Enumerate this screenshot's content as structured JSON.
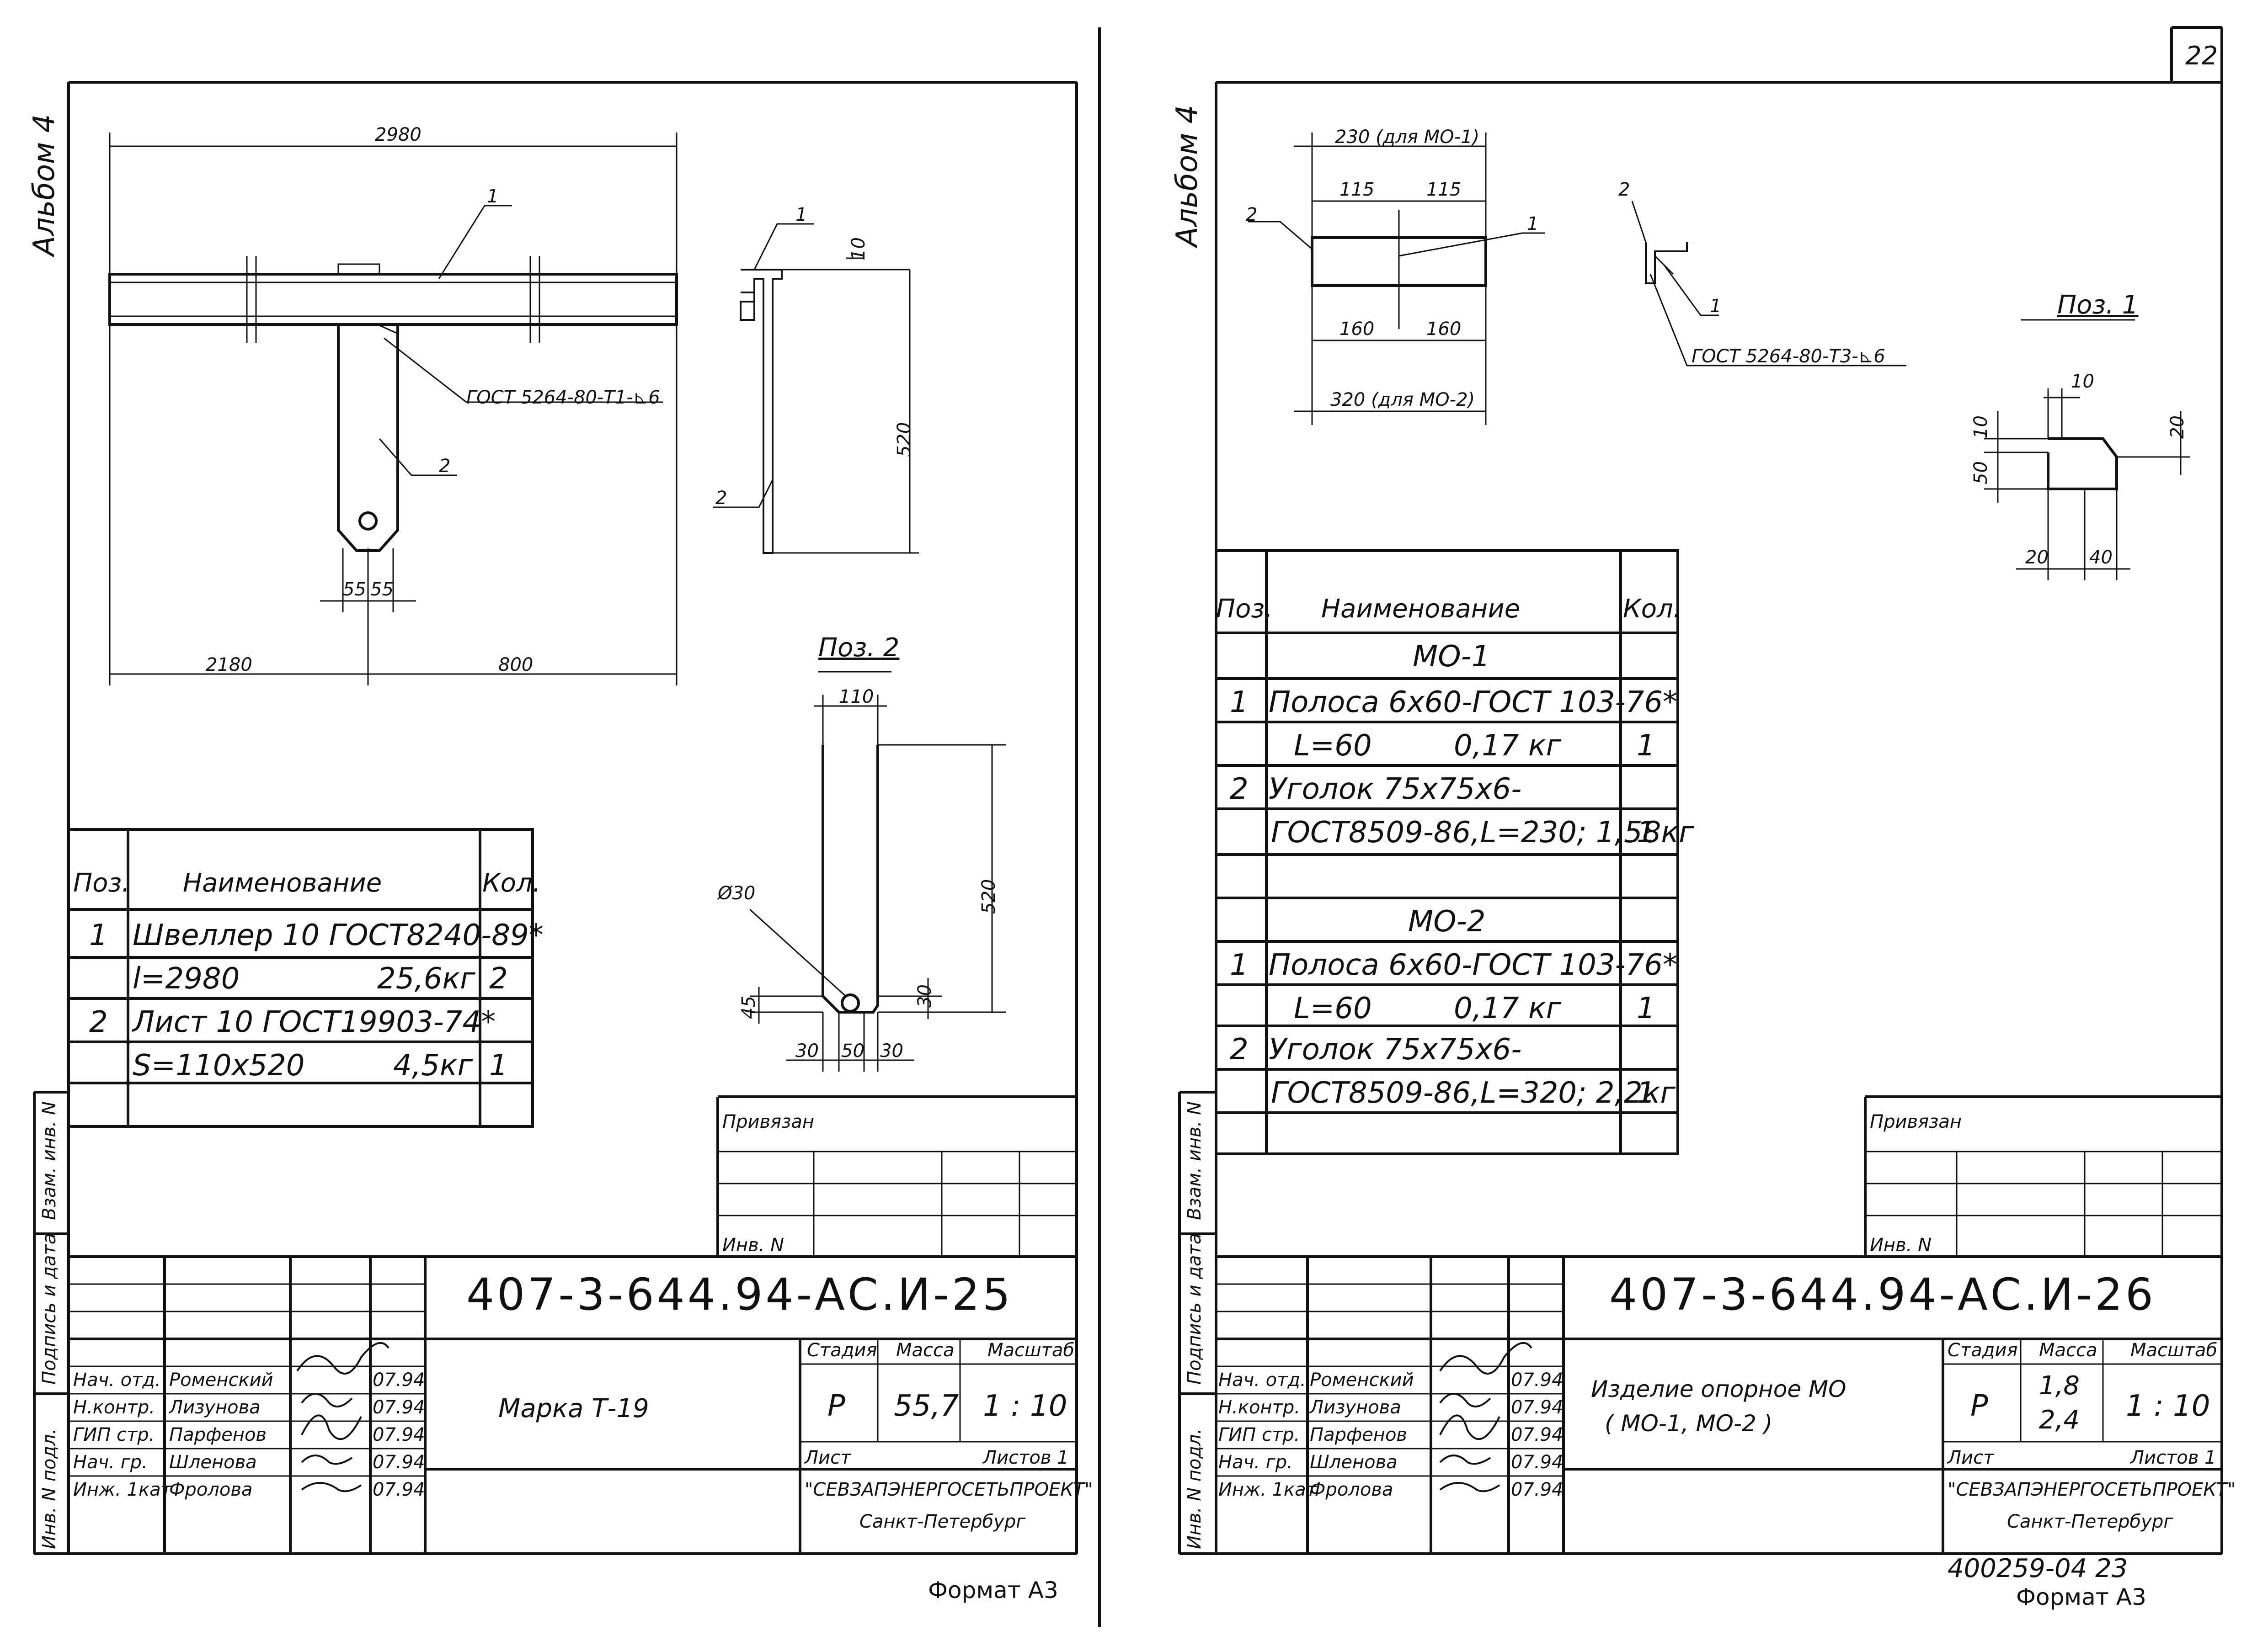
{
  "sheet_number": "22",
  "left": {
    "album": "Альбом 4",
    "dims": {
      "total": "2980",
      "left": "2180",
      "right": "800",
      "hole_a": "55",
      "hole_b": "55",
      "height": "520",
      "flange": "10"
    },
    "weld_note": "ГОСТ 5264-80-Т1-⊾6",
    "pos_labels": [
      "1",
      "2",
      "1",
      "2"
    ],
    "pos2": {
      "title": "Поз. 2",
      "width": "110",
      "height": "520",
      "dia": "Ø30",
      "bottom_a": "30",
      "bottom_b": "50",
      "bottom_c": "30",
      "chamfer_v": "30",
      "chamfer_h": "45"
    },
    "spec": {
      "headers": [
        "Поз.",
        "Наименование",
        "Кол."
      ],
      "rows": [
        {
          "pos": "1",
          "name": "Швеллер 10 ГОСТ8240-89*",
          "qty": ""
        },
        {
          "pos": "",
          "name": "l=2980",
          "mass": "25,6кг",
          "qty": "2"
        },
        {
          "pos": "2",
          "name": "Лист 10  ГОСТ19903-74*",
          "qty": ""
        },
        {
          "pos": "",
          "name": "S=110х520",
          "mass": "4,5кг",
          "qty": "1"
        }
      ]
    },
    "side": [
      "Взам. инв. N",
      "Подпись и дата",
      "Инв. N подл."
    ],
    "privyazan": "Привязан",
    "inv": "Инв. N",
    "code": "407-3-644.94-АС.И-25",
    "title": "Марка Т-19",
    "stage_h": "Стадия",
    "mass_h": "Масса",
    "scale_h": "Масштаб",
    "stage": "Р",
    "mass": "55,7",
    "scale": "1 : 10",
    "sheet": "Лист",
    "sheets": "Листов 1",
    "org": "\"СЕВЗАПЭНЕРГОСЕТЬПРОЕКТ\"",
    "city": "Санкт-Петербург",
    "staff": [
      {
        "role": "Нач. отд.",
        "name": "Роменский",
        "date": "07.94"
      },
      {
        "role": "Н.контр.",
        "name": "Лизунова",
        "date": "07.94"
      },
      {
        "role": "ГИП стр.",
        "name": "Парфенов",
        "date": "07.94"
      },
      {
        "role": "Нач. гр.",
        "name": "Шленова",
        "date": "07.94"
      },
      {
        "role": "Инж. 1кат",
        "name": "Фролова",
        "date": "07.94"
      }
    ],
    "format": "Формат А3"
  },
  "right": {
    "album": "Альбом 4",
    "dims": {
      "top": "230 (для МО-1)",
      "a": "115",
      "b": "115",
      "c": "160",
      "d": "160",
      "bottom": "320 (для МО-2)"
    },
    "weld_note": "ГОСТ 5264-80-Т3-⊾6",
    "pos_labels": [
      "2",
      "1",
      "2",
      "1"
    ],
    "pos1": {
      "title": "Поз. 1",
      "top": "10",
      "left_top": "10",
      "right": "20",
      "left": "50",
      "bottom_a": "20",
      "bottom_b": "40"
    },
    "spec": {
      "headers": [
        "Поз.",
        "Наименование",
        "Кол."
      ],
      "group1": "МО-1",
      "group2": "МО-2",
      "rows1": [
        {
          "pos": "1",
          "name": "Полоса 6х60-ГОСТ 103-76*",
          "qty": ""
        },
        {
          "pos": "",
          "name": "L=60",
          "mass": "0,17 кг",
          "qty": "1"
        },
        {
          "pos": "2",
          "name": "Уголок 75х75х6-",
          "qty": ""
        },
        {
          "pos": "",
          "name": "ГОСТ8509-86,L=230; 1,58кг",
          "qty": "1"
        }
      ],
      "rows2": [
        {
          "pos": "1",
          "name": "Полоса 6х60-ГОСТ 103-76*",
          "qty": ""
        },
        {
          "pos": "",
          "name": "L=60",
          "mass": "0,17 кг",
          "qty": "1"
        },
        {
          "pos": "2",
          "name": "Уголок 75х75х6-",
          "qty": ""
        },
        {
          "pos": "",
          "name": "ГОСТ8509-86,L=320; 2,2кг",
          "qty": "1"
        }
      ]
    },
    "side": [
      "Взам. инв. N",
      "Подпись и дата",
      "Инв. N подл."
    ],
    "privyazan": "Привязан",
    "inv": "Инв. N",
    "code": "407-3-644.94-АС.И-26",
    "title1": "Изделие опорное МО",
    "title2": "( МО-1, МО-2 )",
    "stage_h": "Стадия",
    "mass_h": "Масса",
    "scale_h": "Масштаб",
    "stage": "Р",
    "mass1": "1,8",
    "mass2": "2,4",
    "scale": "1 : 10",
    "sheet": "Лист",
    "sheets": "Листов 1",
    "org": "\"СЕВЗАПЭНЕРГОСЕТЬПРОЕКТ\"",
    "city": "Санкт-Петербург",
    "staff": [
      {
        "role": "Нач. отд.",
        "name": "Роменский",
        "date": "07.94"
      },
      {
        "role": "Н.контр.",
        "name": "Лизунова",
        "date": "07.94"
      },
      {
        "role": "ГИП стр.",
        "name": "Парфенов",
        "date": "07.94"
      },
      {
        "role": "Нач. гр.",
        "name": "Шленова",
        "date": "07.94"
      },
      {
        "role": "Инж. 1кат",
        "name": "Фролова",
        "date": "07.94"
      }
    ],
    "stamp": "400259-04  23",
    "format": "Формат А3"
  }
}
